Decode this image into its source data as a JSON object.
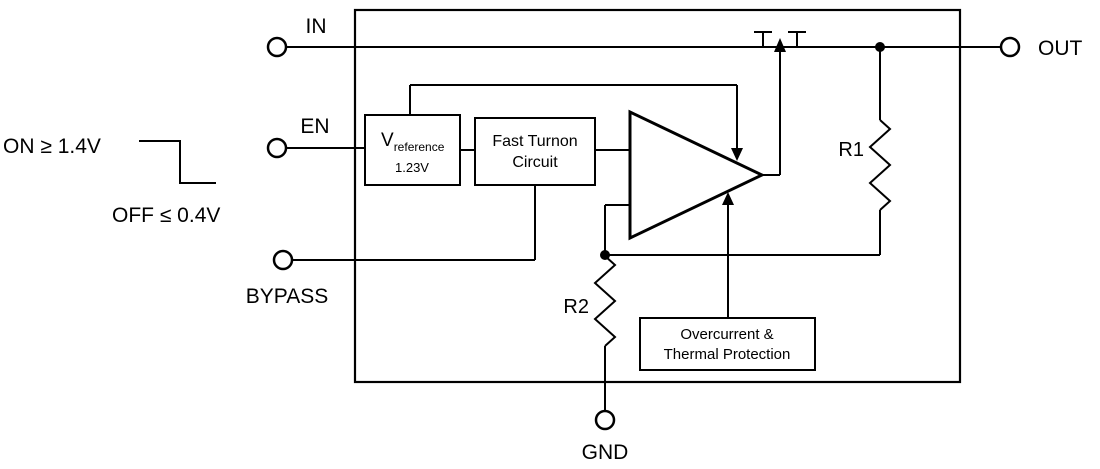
{
  "diagram": {
    "pins": {
      "in": "IN",
      "en": "EN",
      "bypass": "BYPASS",
      "out": "OUT",
      "gnd": "GND"
    },
    "blocks": {
      "vref": {
        "name": "V",
        "subscript": "reference",
        "value": "1.23V"
      },
      "fast_turnon": {
        "line1": "Fast Turnon",
        "line2": "Circuit"
      },
      "protection": {
        "line1": "Overcurrent &",
        "line2": "Thermal Protection"
      }
    },
    "resistors": {
      "r1": "R1",
      "r2": "R2"
    },
    "enable_thresholds": {
      "on": "ON ≥ 1.4V",
      "off": "OFF ≤ 0.4V"
    },
    "colors": {
      "ink": "#000000",
      "paper": "#ffffff"
    }
  }
}
